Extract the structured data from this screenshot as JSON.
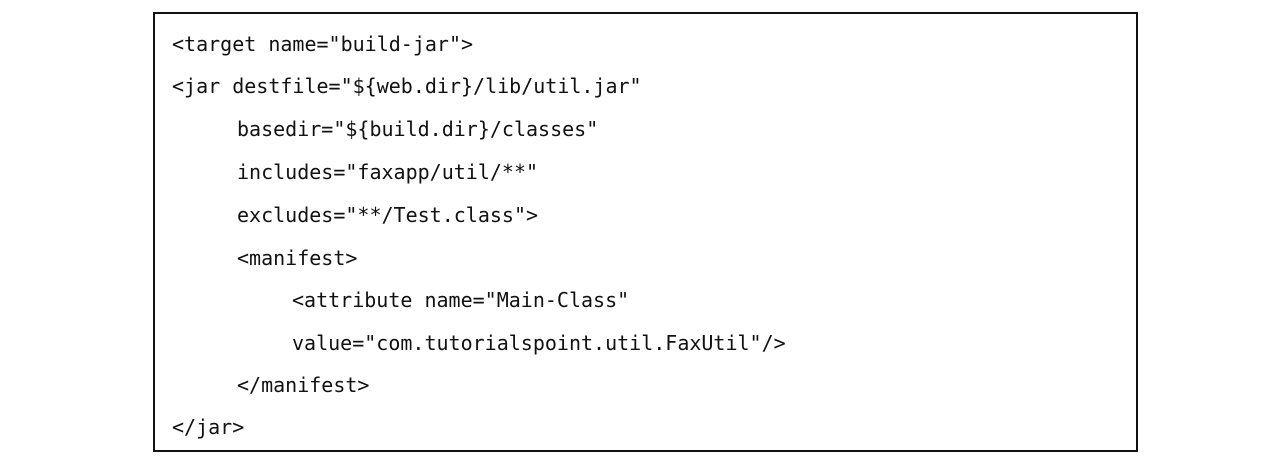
{
  "code": {
    "lines": [
      "<target name=\"build-jar\">",
      "<jar destfile=\"${web.dir}/lib/util.jar\"",
      "basedir=\"${build.dir}/classes\"",
      "includes=\"faxapp/util/**\"",
      "excludes=\"**/Test.class\">",
      "<manifest>",
      "<attribute name=\"Main-Class\"",
      "value=\"com.tutorialspoint.util.FaxUtil\"/>",
      "</manifest>",
      "</jar>"
    ]
  }
}
